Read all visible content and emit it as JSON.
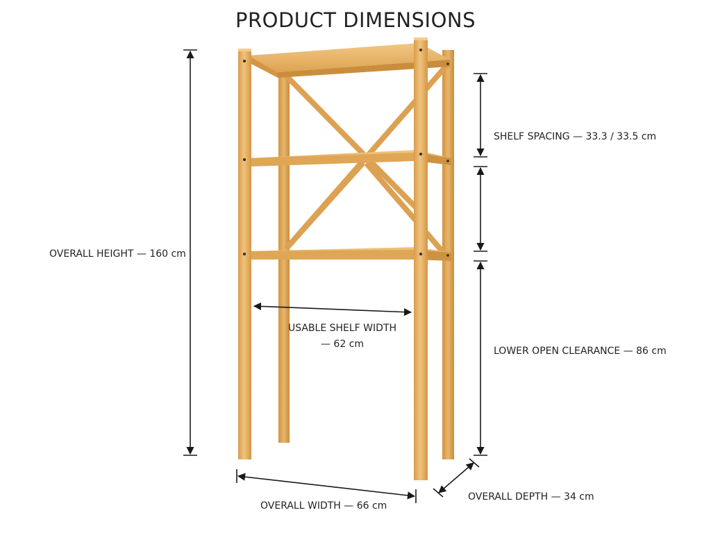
{
  "title": "PRODUCT DIMENSIONS",
  "dimensions": {
    "overall_height": "OVERALL HEIGHT — 160 cm",
    "shelf_spacing": "SHELF SPACING — 33.3 / 33.5 cm",
    "usable_width_line1": "USABLE SHELF WIDTH",
    "usable_width_line2": "— 62 cm",
    "lower_clearance": "LOWER OPEN CLEARANCE — 86 cm",
    "overall_width": "OVERALL WIDTH — 66 cm",
    "overall_depth": "OVERALL DEPTH — 34 cm"
  },
  "colors": {
    "wood": "#e3ad5f",
    "wood_light": "#efc47e",
    "wood_dark": "#c98f3e",
    "line": "#1a1a1a"
  }
}
